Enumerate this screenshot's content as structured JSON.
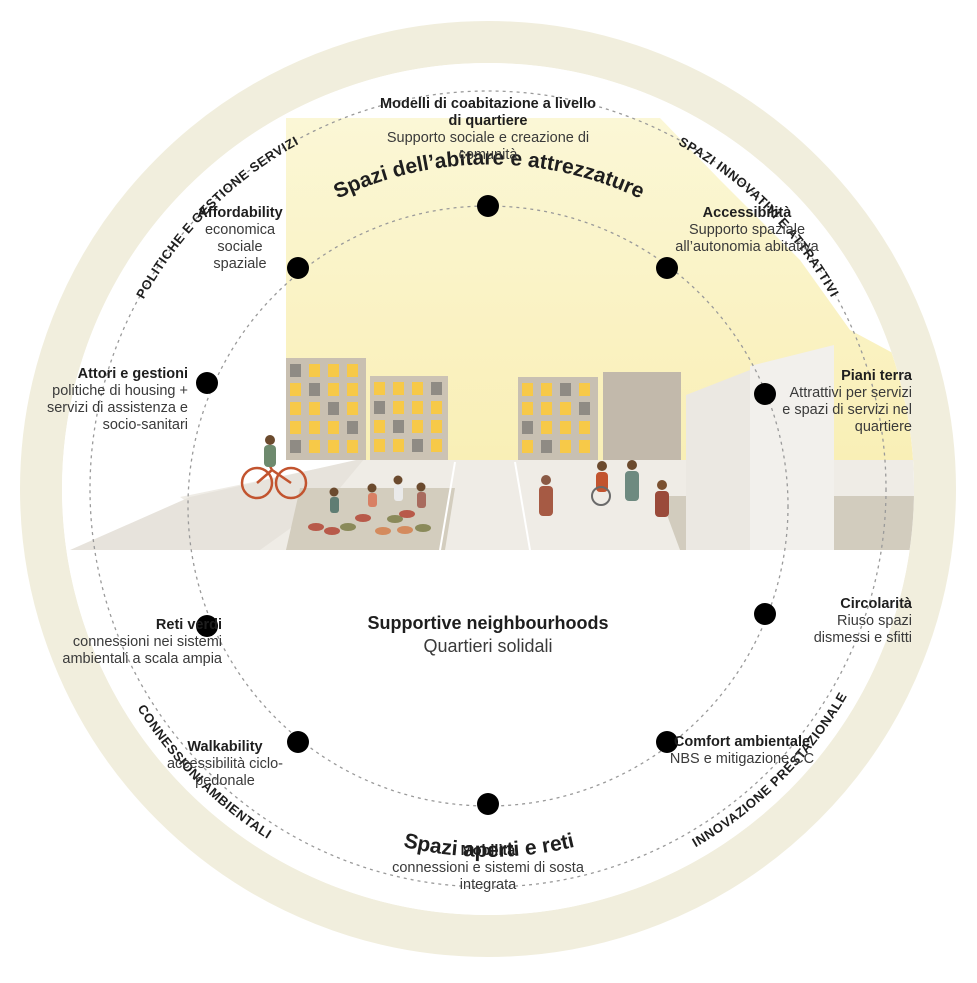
{
  "center": {
    "title": "Supportive neighbourhoods",
    "subtitle": "Quartieri solidali"
  },
  "ring": {
    "top": "Spazi dell’abitare e attrezzature",
    "bottom": "Spazi aperti e reti",
    "upper_left": "POLITICHE E GESTIONE SERVIZI",
    "upper_right": "SPAZI INNOVATIVI E ATTRATTIVI",
    "lower_left": "CONNESSIONI AMBIENTALI",
    "lower_right": "INNOVAZIONE PRESTAZIONALE"
  },
  "nodes": [
    {
      "id": "coabitazione",
      "title": "Modelli di coabitazione a livello di quartiere",
      "subtitle": "Supporto sociale e creazione di comunità"
    },
    {
      "id": "accessibilita",
      "title": "Accessibilità",
      "subtitle": "Supporto spaziale all’autonomia abitativa"
    },
    {
      "id": "piani-terra",
      "title": "Piani terra",
      "subtitle": "Attrattivi per servizi e spazi di servizi nel quartiere"
    },
    {
      "id": "circolarita",
      "title": "Circolarità",
      "subtitle": "Riuso spazi dismessi e sfitti"
    },
    {
      "id": "comfort",
      "title": "Comfort ambientale",
      "subtitle": "NBS e mitigazione CC"
    },
    {
      "id": "mobilita",
      "title": "Mobilità",
      "subtitle": "connessioni e sistemi di sosta integrata"
    },
    {
      "id": "walkability",
      "title": "Walkability",
      "subtitle": "accessibilità ciclo-pedonale"
    },
    {
      "id": "reti-verdi",
      "title": "Reti verdi",
      "subtitle": "connessioni nei sistemi ambientali a scala ampia"
    },
    {
      "id": "attori",
      "title": "Attori e gestioni",
      "subtitle": "politiche di housing + servizi di assistenza e socio-sanitari"
    },
    {
      "id": "affordability",
      "title": "Affordability",
      "subtitle": "economica sociale spaziale"
    }
  ],
  "colors": {
    "ring": "#f1eedd",
    "sky": "#fbf7d2",
    "window_lit": "#f7c948",
    "window_dark": "#8f8b84",
    "building": "#ccc3b4",
    "pavement": "#ece9e3",
    "park": "#d2ccbd",
    "node": "#000000",
    "dash": "#9a9a9a"
  }
}
